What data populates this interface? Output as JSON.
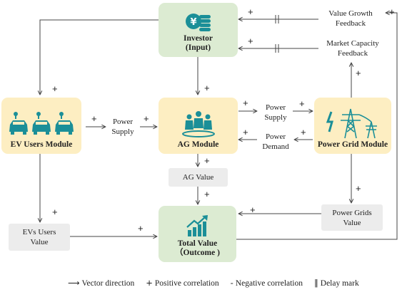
{
  "modules": {
    "investor": {
      "line1": "Investor",
      "line2": "(Input)",
      "icon": "money-stack-icon"
    },
    "ev_users": {
      "title": "EV  Users Module",
      "icon": "electric-cars-icon"
    },
    "ag": {
      "title": "AG Module",
      "icon": "people-group-icon"
    },
    "power_grid": {
      "title": "Power Grid Module",
      "icon": "power-tower-icon"
    },
    "total_value": {
      "line1": "Total Value",
      "line2": "（Outcome )",
      "icon": "growth-chart-icon"
    }
  },
  "value_boxes": {
    "ag_value": "AG Value",
    "evs_users_value": [
      "EVs  Users",
      "Value"
    ],
    "power_grids_value": [
      "Power Grids",
      "Value"
    ]
  },
  "flow_labels": {
    "ev_ag_supply": [
      "Power",
      "Supply"
    ],
    "ag_grid_supply": [
      "Power",
      "Supply"
    ],
    "grid_ag_demand": [
      "Power",
      "Demand"
    ],
    "value_growth_feedback": [
      "Value Growth",
      "Feedback"
    ],
    "market_capacity_feedback": [
      "Market Capacity",
      "Feedback"
    ]
  },
  "signs": {
    "positive": "+"
  },
  "legend": {
    "vector": {
      "symbol": "⟶",
      "text": "Vector direction"
    },
    "positive": {
      "symbol": "+",
      "text": "Positive correlation"
    },
    "negative": {
      "symbol": "-",
      "text": "Negative correlation"
    },
    "delay": {
      "symbol": "‖",
      "text": "Delay mark"
    }
  },
  "colors": {
    "module_green": "#dcebd2",
    "module_yellow": "#fdeec2",
    "value_box_gray": "#ececec",
    "icon_teal": "#1b8f98",
    "line": "#444444"
  }
}
